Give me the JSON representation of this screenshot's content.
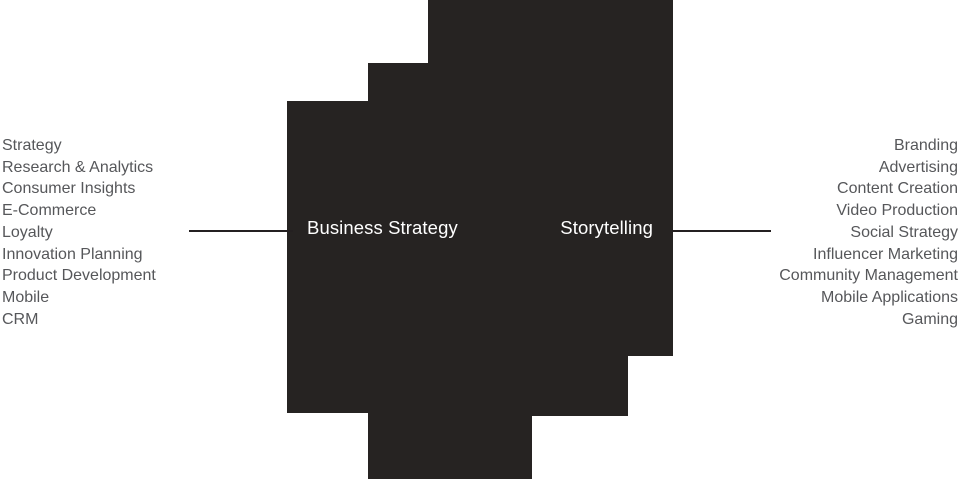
{
  "diagram": {
    "center": {
      "business_strategy_label": "Business Strategy",
      "storytelling_label": "Storytelling"
    },
    "left_list": {
      "items": [
        "Strategy",
        "Research & Analytics",
        "Consumer Insights",
        "E-Commerce",
        "Loyalty",
        "Innovation Planning",
        "Product Development",
        "Mobile",
        "CRM"
      ]
    },
    "right_list": {
      "items": [
        "Branding",
        "Advertising",
        "Content Creation",
        "Video Production",
        "Social Strategy",
        "Influencer Marketing",
        "Community Management",
        "Mobile Applications",
        "Gaming"
      ]
    },
    "colors": {
      "shape": "#262322",
      "list_text": "#56575a",
      "label_text": "#ffffff",
      "connector": "#242021",
      "background": "#ffffff"
    }
  }
}
